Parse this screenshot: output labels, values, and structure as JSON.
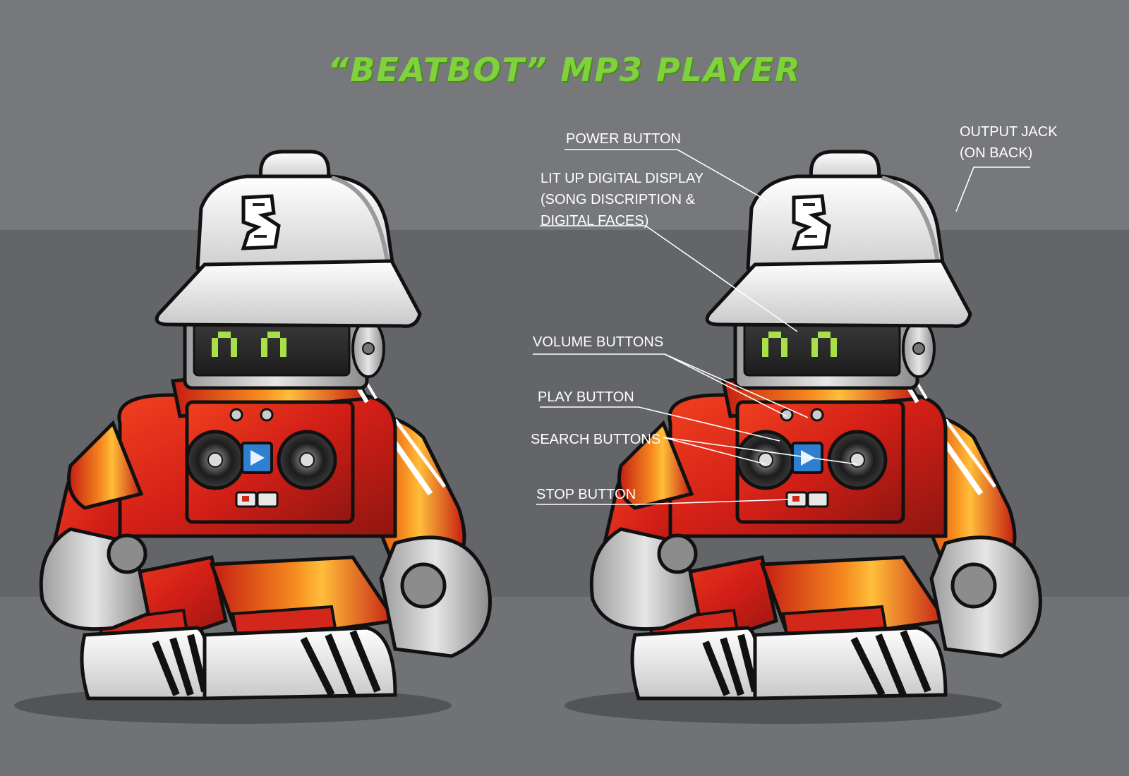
{
  "title": "“BEATBOT” MP3 PLAYER",
  "callouts": {
    "power_button": "POWER BUTTON",
    "output_jack": "OUTPUT JACK\n(ON BACK)",
    "digital_display": "LIT UP DIGITAL DISPLAY\n(SONG DISCRIPTION &\nDIGITAL FACES)",
    "volume_buttons": "VOLUME BUTTONS",
    "play_button": "PLAY BUTTON",
    "search_buttons": "SEARCH BUTTONS",
    "stop_button": "STOP BUTTON"
  },
  "colors": {
    "background": "#77787c",
    "title": "#7fd23b",
    "body_red": "#d4271c",
    "stripe_white": "#ffffff",
    "hat_white": "#eeeeee",
    "display_green": "#a8e04a",
    "play_blue": "#2f7fd1"
  }
}
